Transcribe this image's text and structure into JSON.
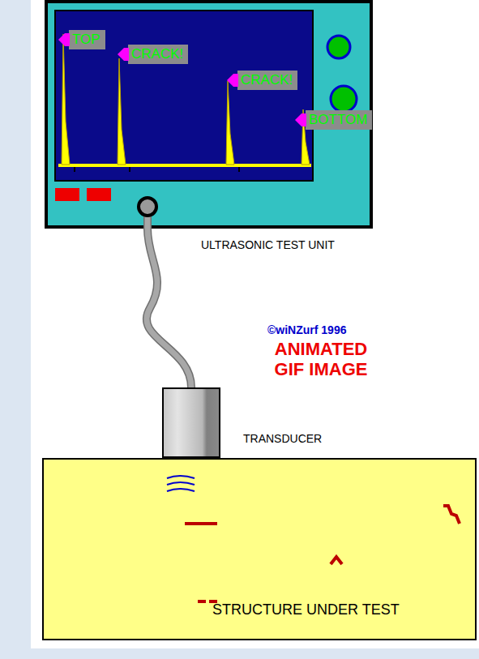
{
  "diagram": {
    "nodes": [
      {
        "text": [
          "ULTRASONIC TEST UNIT"
        ]
      },
      {
        "text": [
          "TOP"
        ],
        "in": 0
      },
      {
        "text": [
          "CRACK!"
        ],
        "in": 0
      },
      {
        "text": [
          "CRACK!"
        ],
        "in": 0
      },
      {
        "text": [
          "BOTTOM"
        ],
        "in": 0
      },
      {
        "text": [
          "TRANSDUCER"
        ]
      },
      {
        "text": [
          "STRUCTURE UNDER TEST"
        ]
      }
    ],
    "edges": [
      {
        "from": 0,
        "to": 5,
        "arrow": "none"
      }
    ],
    "labels": [
      "©wiNZurf 1996",
      "ANIMATED GIF IMAGE"
    ]
  }
}
